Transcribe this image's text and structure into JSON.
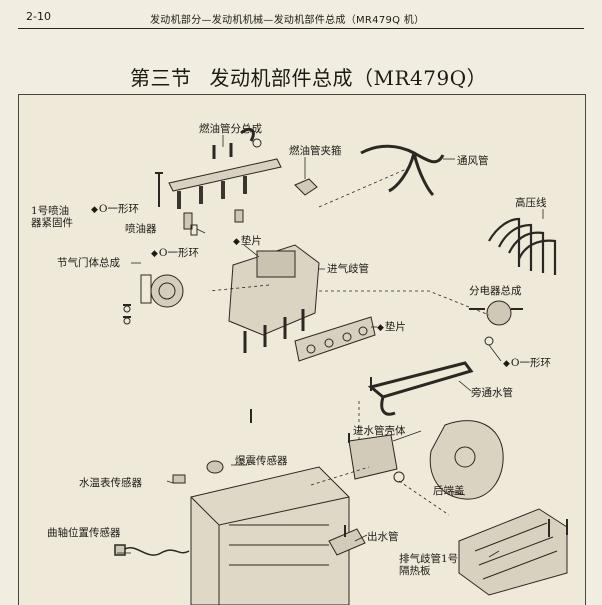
{
  "header": {
    "page_number": "2-10",
    "running_title": "发动机部分—发动机机械—发动机部件总成（MR479Q 机）"
  },
  "section": {
    "title_number": "第三节",
    "title_text": "发动机部件总成（MR479Q）"
  },
  "labels": {
    "fuel_rail": "燃油管分总成",
    "fuel_clamp": "燃油管夹箍",
    "vent_pipe": "通风管",
    "no1_fixer_line1": "1号喷油",
    "no1_fixer_line2": "器紧固件",
    "oring_1": "O一形环",
    "injector": "喷油器",
    "oring_2": "O一形环",
    "gasket_1": "垫片",
    "hv_wire": "高压线",
    "throttle_body": "节气门体总成",
    "intake_manifold": "进气歧管",
    "distributor": "分电器总成",
    "gasket_2": "垫片",
    "oring_3": "O一形环",
    "bypass_pipe": "旁通水管",
    "inlet_housing": "进水管壳体",
    "knock_sensor": "爆震传感器",
    "water_temp_sensor": "水温表传感器",
    "rear_cover": "后端盖",
    "crank_sensor": "曲轴位置传感器",
    "outlet_pipe": "出水管",
    "exhaust_shield_line1": "排气歧管1号",
    "exhaust_shield_line2": "隔热板"
  },
  "marker_symbol": "◆"
}
